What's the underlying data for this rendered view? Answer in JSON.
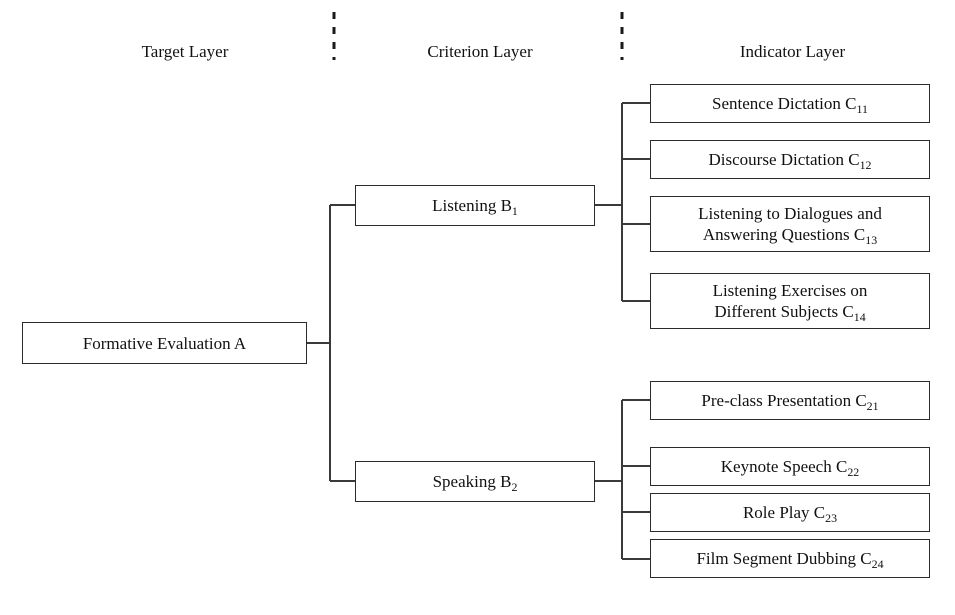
{
  "diagram": {
    "type": "hierarchy-tree",
    "orientation": "left-to-right",
    "title_present": false,
    "colors": {
      "background": "#ffffff",
      "box_border": "#2b2b2b",
      "connector": "#3a3a3a",
      "divider": "#1a1a1a",
      "text": "#111111"
    }
  },
  "headers": [
    {
      "id": "target-layer",
      "label": "Target Layer"
    },
    {
      "id": "criterion-layer",
      "label": "Criterion Layer"
    },
    {
      "id": "indicator-layer",
      "label": "Indicator Layer"
    }
  ],
  "dividers": [
    {
      "id": "divider-1",
      "style": "dashed"
    },
    {
      "id": "divider-2",
      "style": "dashed"
    }
  ],
  "target": {
    "id": "A",
    "label": "Formative Evaluation A",
    "code": "A"
  },
  "criteria": [
    {
      "id": "B1",
      "label": "Listening B",
      "code": "1",
      "full": "Listening B1"
    },
    {
      "id": "B2",
      "label": "Speaking B",
      "code": "2",
      "full": "Speaking B2"
    }
  ],
  "indicators": {
    "B1": [
      {
        "id": "C11",
        "line1": "Sentence Dictation C",
        "line2": "",
        "code": "11"
      },
      {
        "id": "C12",
        "line1": "Discourse Dictation C",
        "line2": "",
        "code": "12"
      },
      {
        "id": "C13",
        "line1": "Listening to Dialogues and",
        "line2": "Answering Questions C",
        "code": "13"
      },
      {
        "id": "C14",
        "line1": "Listening Exercises on",
        "line2": "Different Subjects C",
        "code": "14"
      }
    ],
    "B2": [
      {
        "id": "C21",
        "line1": "Pre-class Presentation C",
        "line2": "",
        "code": "21"
      },
      {
        "id": "C22",
        "line1": "Keynote Speech C",
        "line2": "",
        "code": "22"
      },
      {
        "id": "C23",
        "line1": "Role Play C",
        "line2": "",
        "code": "23"
      },
      {
        "id": "C24",
        "line1": "Film Segment Dubbing C",
        "line2": "",
        "code": "24"
      }
    ]
  }
}
